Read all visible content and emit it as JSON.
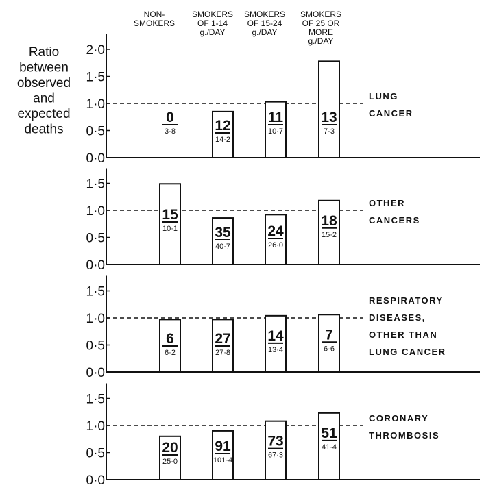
{
  "chart_data": {
    "type": "bar",
    "ylabel": [
      "Ratio",
      "between",
      "observed",
      "and",
      "expected",
      "deaths"
    ],
    "categories": [
      [
        "NON-",
        "SMOKERS"
      ],
      [
        "SMOKERS",
        "OF 1-14",
        "g./DAY"
      ],
      [
        "SMOKERS",
        "OF 15-24",
        "g./DAY"
      ],
      [
        "SMOKERS",
        "OF 25 OR",
        "MORE",
        "g./DAY"
      ]
    ],
    "reference_line": 1.0,
    "panels": [
      {
        "label": [
          "LUNG",
          "CANCER"
        ],
        "ylim": [
          0,
          2.0
        ],
        "yticks": [
          "0·0",
          "0·5",
          "1·0",
          "1·5",
          "2·0"
        ],
        "values": [
          0,
          0.85,
          1.03,
          1.78
        ],
        "observed": [
          "0",
          "12",
          "11",
          "13"
        ],
        "expected": [
          "3·8",
          "14·2",
          "10·7",
          "7·3"
        ]
      },
      {
        "label": [
          "OTHER",
          "CANCERS"
        ],
        "ylim": [
          0,
          1.5
        ],
        "yticks": [
          "0·0",
          "0·5",
          "1·0",
          "1·5"
        ],
        "values": [
          1.49,
          0.86,
          0.92,
          1.18
        ],
        "observed": [
          "15",
          "35",
          "24",
          "18"
        ],
        "expected": [
          "10·1",
          "40·7",
          "26·0",
          "15·2"
        ]
      },
      {
        "label": [
          "RESPIRATORY",
          "DISEASES,",
          "OTHER THAN",
          "LUNG CANCER"
        ],
        "ylim": [
          0,
          1.5
        ],
        "yticks": [
          "0·0",
          "0·5",
          "1·0",
          "1·5"
        ],
        "values": [
          0.97,
          0.97,
          1.04,
          1.06
        ],
        "observed": [
          "6",
          "27",
          "14",
          "7"
        ],
        "expected": [
          "6·2",
          "27·8",
          "13·4",
          "6·6"
        ]
      },
      {
        "label": [
          "CORONARY",
          "THROMBOSIS"
        ],
        "ylim": [
          0,
          1.5
        ],
        "yticks": [
          "0·0",
          "0·5",
          "1·0",
          "1·5"
        ],
        "values": [
          0.8,
          0.9,
          1.08,
          1.23
        ],
        "observed": [
          "20",
          "91",
          "73",
          "51"
        ],
        "expected": [
          "25·0",
          "101·4",
          "67·3",
          "41·4"
        ]
      }
    ]
  }
}
